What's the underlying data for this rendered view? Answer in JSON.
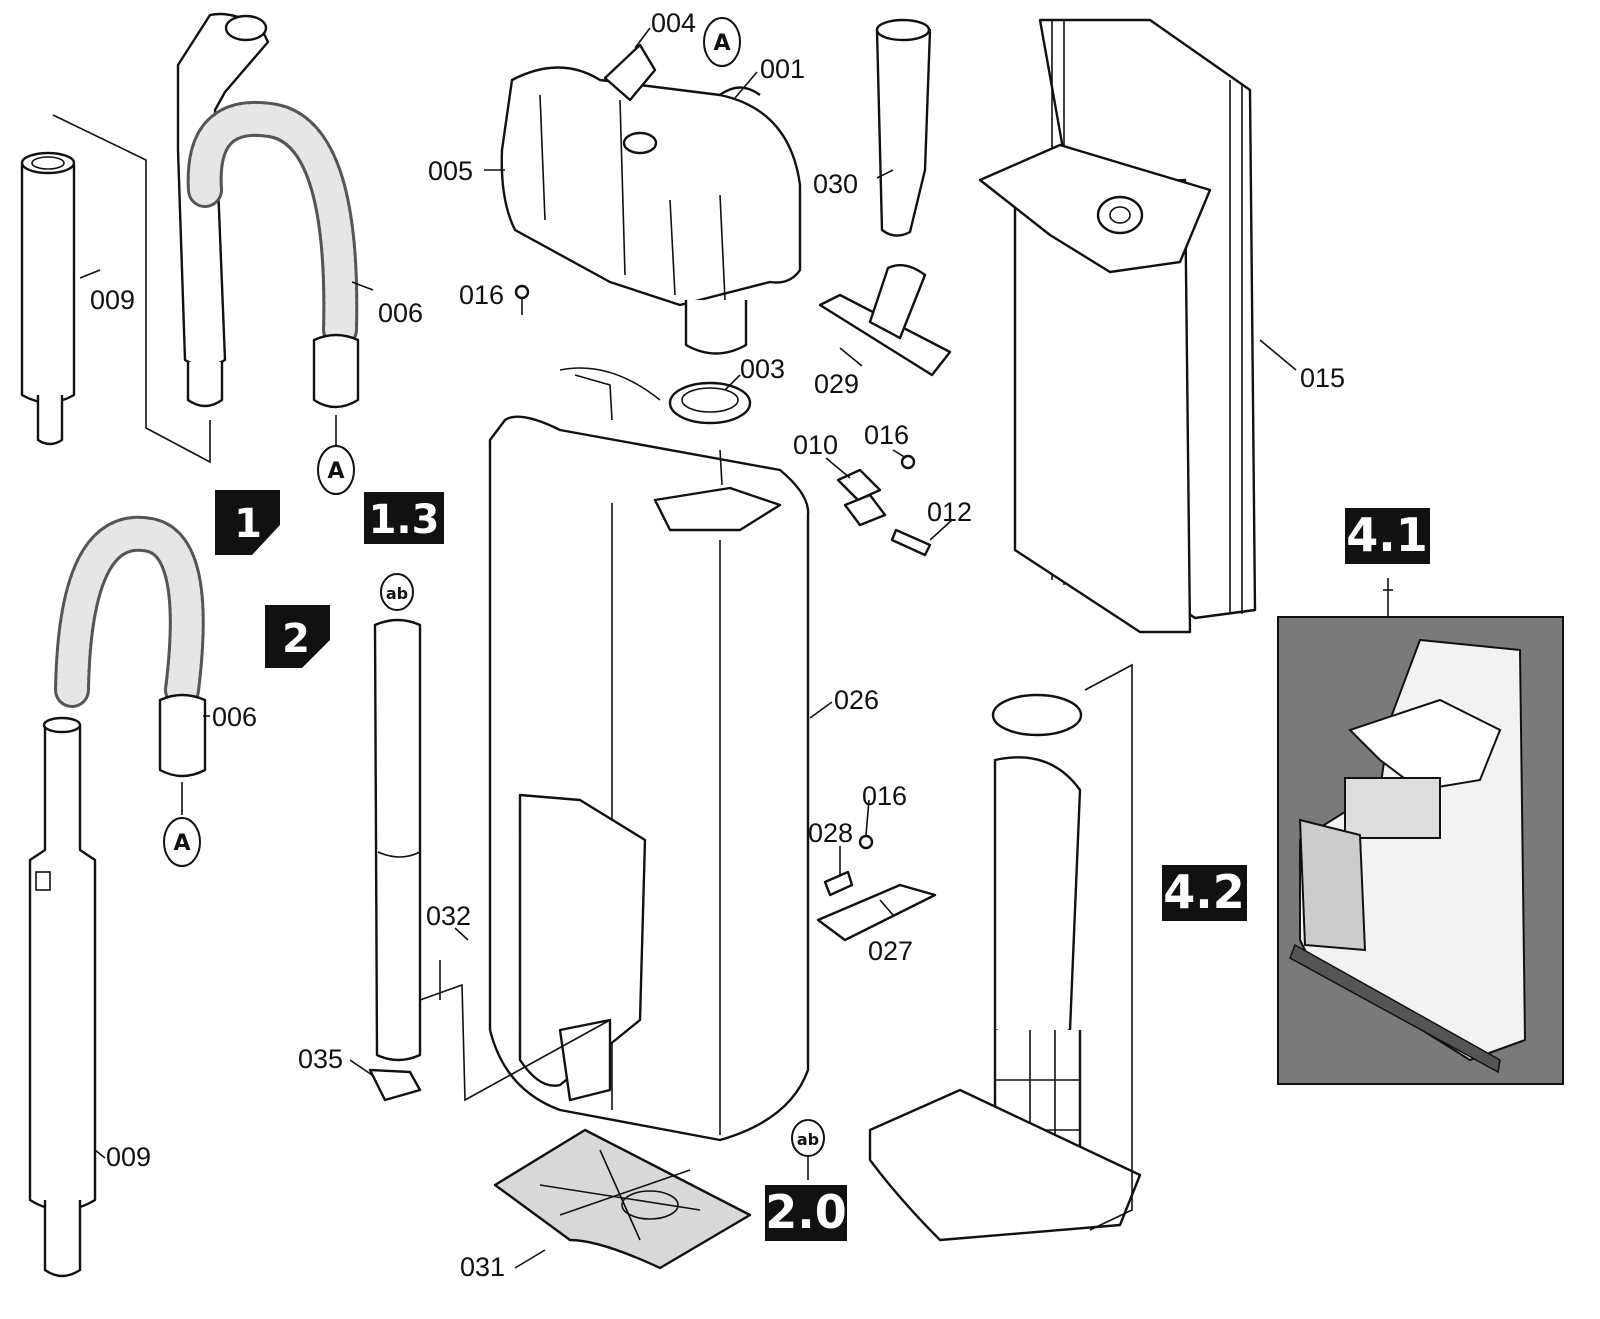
{
  "part_labels": {
    "p004": "004",
    "p001": "001",
    "p005": "005",
    "p030": "030",
    "p009_top": "009",
    "p006_top": "006",
    "p016_a": "016",
    "p003": "003",
    "p029": "029",
    "p015": "015",
    "p010": "010",
    "p016_b": "016",
    "p012": "012",
    "p026": "026",
    "p006_mid": "006",
    "p016_c": "016",
    "p028": "028",
    "p027": "027",
    "p032": "032",
    "p035": "035",
    "p009_bottom": "009",
    "p031": "031"
  },
  "badges": {
    "b1": "1",
    "b2": "2",
    "b13": "1.3",
    "b41": "4.1",
    "b42": "4.2",
    "b20": "2.0"
  },
  "connectors": {
    "a_top_right": "A",
    "a_hose_end": "A",
    "a_hose_end_2": "A",
    "ab_upper": "ab",
    "ab_lower": "ab"
  }
}
